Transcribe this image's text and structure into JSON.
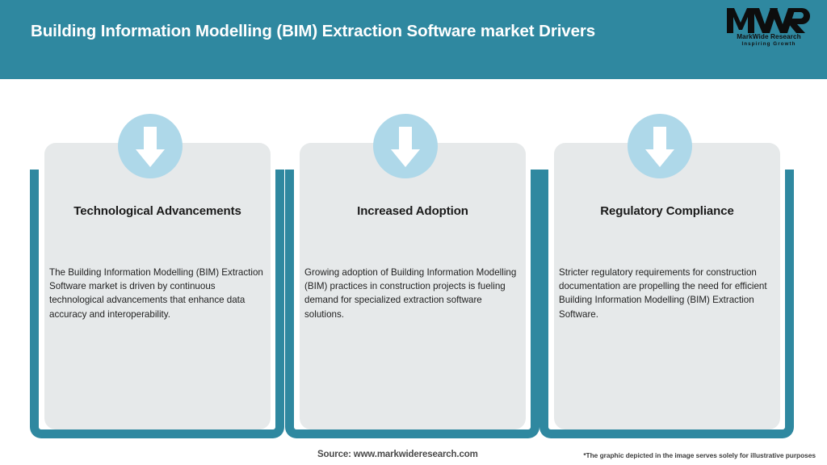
{
  "header": {
    "title": "Building Information Modelling (BIM) Extraction Software market Drivers",
    "background_color": "#2f88a0",
    "title_color": "#ffffff"
  },
  "logo": {
    "mark": "MWR",
    "name": "MarkWide Research",
    "tagline": "Inspiring Growth"
  },
  "theme": {
    "teal": "#2f88a0",
    "card_background": "#e6e9ea",
    "badge_blue": "#aed8e9",
    "arrow_color": "#ffffff"
  },
  "cards": [
    {
      "icon": "down-arrow-icon",
      "title": "Technological Advancements",
      "body": "The Building Information Modelling (BIM) Extraction Software market is driven by continuous technological advancements that enhance data accuracy and interoperability."
    },
    {
      "icon": "down-arrow-icon",
      "title": "Increased Adoption",
      "body": "Growing adoption of Building Information Modelling (BIM) practices in construction projects is fueling demand for specialized extraction software solutions."
    },
    {
      "icon": "down-arrow-icon",
      "title": "Regulatory Compliance",
      "body": "Stricter regulatory requirements for construction documentation are propelling the need for efficient Building Information Modelling (BIM) Extraction Software."
    }
  ],
  "footer": {
    "source": "Source: www.markwideresearch.com",
    "disclaimer": "*The graphic depicted in the image serves solely for illustrative purposes"
  }
}
